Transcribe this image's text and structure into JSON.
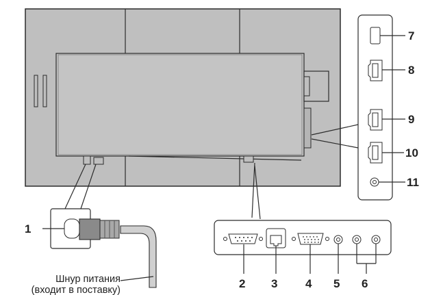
{
  "colors": {
    "panel_fill": "#bfbfbf",
    "panel_stroke": "#2b2b2b",
    "line": "#2b2b2b",
    "plug_fill": "#8a8a8a",
    "cable_fill": "#d0d0d0",
    "label": "#222222"
  },
  "labels": {
    "l1": "1",
    "l2": "2",
    "l3": "3",
    "l4": "4",
    "l5": "5",
    "l6": "6",
    "l7": "7",
    "l8": "8",
    "l9": "9",
    "l10": "10",
    "l11": "11"
  },
  "caption": {
    "line1": "Шнур питания",
    "line2": "(входит в поставку)"
  }
}
